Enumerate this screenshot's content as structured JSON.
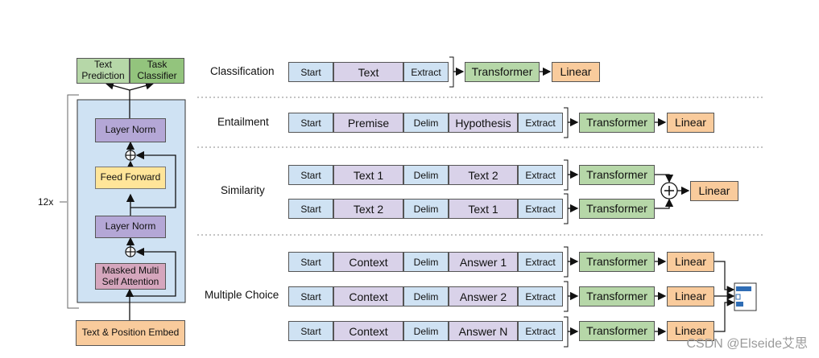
{
  "left": {
    "outputs": [
      "Text\nPrediction",
      "Task\nClassifier"
    ],
    "repeat": "12x",
    "layer_norm_top": "Layer Norm",
    "feed_forward": "Feed Forward",
    "layer_norm_bottom": "Layer Norm",
    "attention": "Masked Multi\nSelf Attention",
    "embed": "Text & Position Embed"
  },
  "tasks": {
    "classification": {
      "label": "Classification",
      "row": [
        "Start",
        "Text",
        "Extract"
      ],
      "transformer": "Transformer",
      "linear": "Linear"
    },
    "entailment": {
      "label": "Entailment",
      "row": [
        "Start",
        "Premise",
        "Delim",
        "Hypothesis",
        "Extract"
      ],
      "transformer": "Transformer",
      "linear": "Linear"
    },
    "similarity": {
      "label": "Similarity",
      "rows": [
        [
          "Start",
          "Text 1",
          "Delim",
          "Text 2",
          "Extract"
        ],
        [
          "Start",
          "Text 2",
          "Delim",
          "Text 1",
          "Extract"
        ]
      ],
      "transformer": "Transformer",
      "linear": "Linear"
    },
    "multiple_choice": {
      "label": "Multiple Choice",
      "rows": [
        [
          "Start",
          "Context",
          "Delim",
          "Answer 1",
          "Extract"
        ],
        [
          "Start",
          "Context",
          "Delim",
          "Answer 2",
          "Extract"
        ],
        [
          "Start",
          "Context",
          "Delim",
          "Answer N",
          "Extract"
        ]
      ],
      "transformer": "Transformer",
      "linear": "Linear"
    }
  },
  "watermark": "CSDN @Elseide艾思",
  "colors": {
    "token": "#cfe2f3",
    "content": "#d9d2e9",
    "transformer": "#b6d7a8",
    "linear": "#f9cb9c",
    "feed_forward": "#ffe599",
    "layer_norm": "#b4a7d6",
    "attention": "#d5a6bd",
    "block_bg": "#cfe2f3"
  }
}
